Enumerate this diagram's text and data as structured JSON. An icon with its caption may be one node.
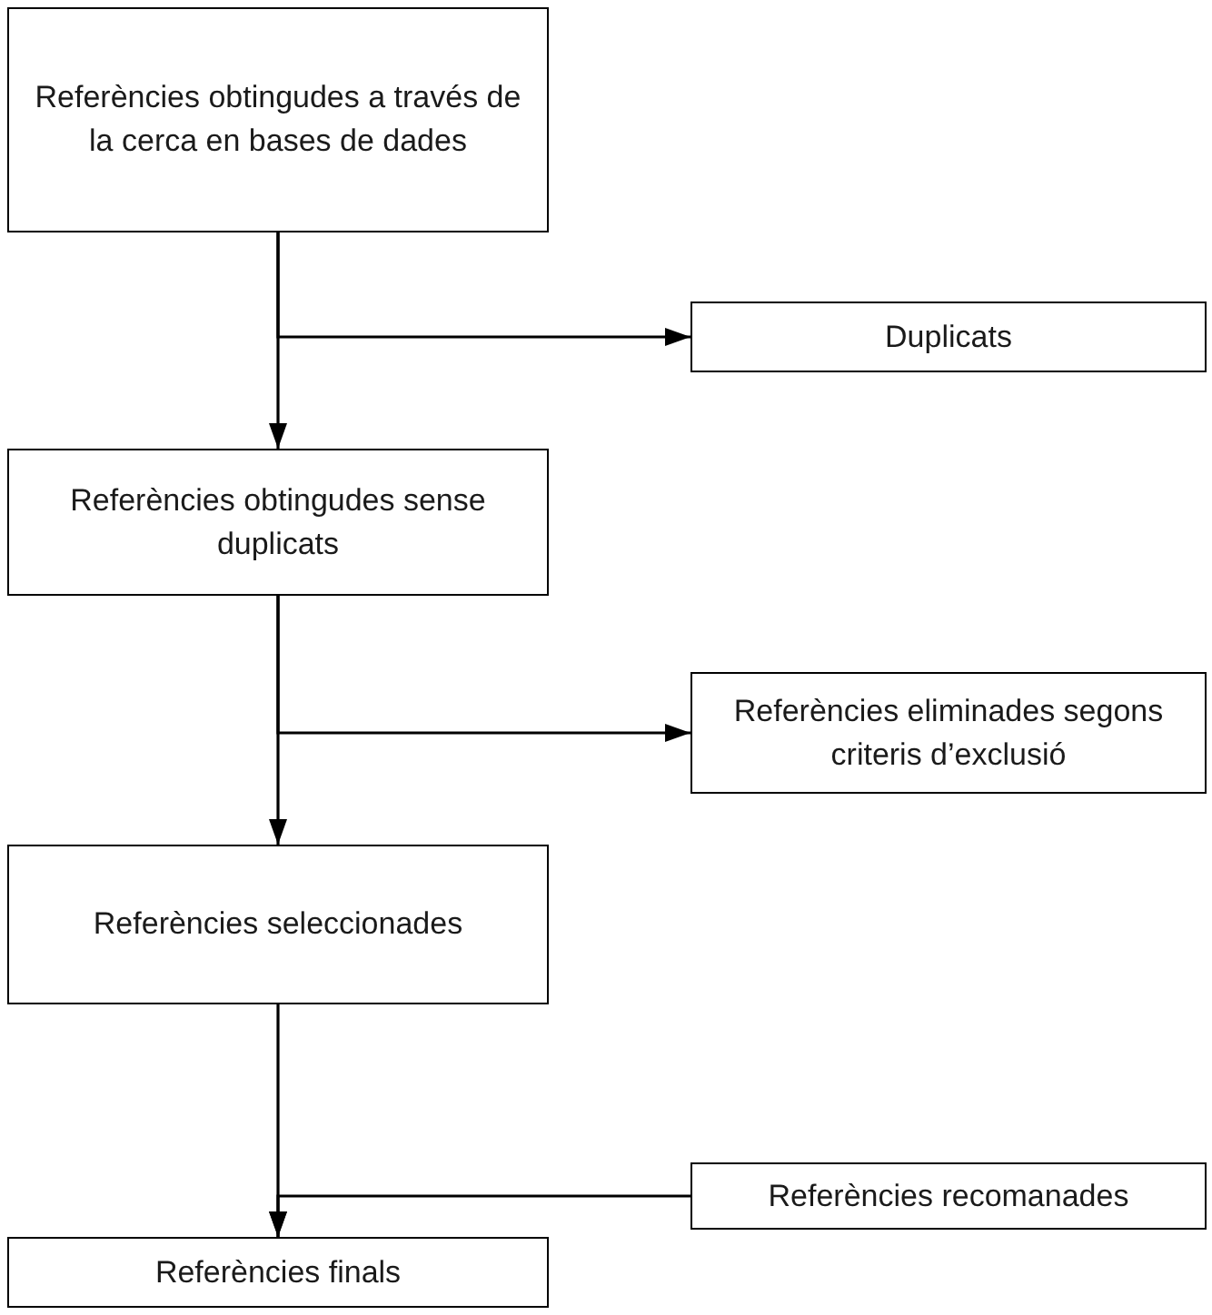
{
  "diagram": {
    "nodes": [
      {
        "text": [
          "Referències obtingudes a través de la cerca en bases de dades"
        ]
      },
      {
        "text": [
          "Duplicats"
        ]
      },
      {
        "text": [
          "Referències obtingudes sense duplicats"
        ]
      },
      {
        "text": [
          "Referències eliminades segons criteris d’exclusió"
        ]
      },
      {
        "text": [
          "Referències seleccionades"
        ]
      },
      {
        "text": [
          "Referències recomanades"
        ]
      },
      {
        "text": [
          "Referències finals"
        ]
      }
    ],
    "edges": [
      {
        "from": 0,
        "to": 2,
        "arrow": "to"
      },
      {
        "from": 0,
        "to": 1,
        "arrow": "to"
      },
      {
        "from": 2,
        "to": 4,
        "arrow": "to"
      },
      {
        "from": 2,
        "to": 3,
        "arrow": "to"
      },
      {
        "from": 4,
        "to": 6,
        "arrow": "to"
      },
      {
        "from": 5,
        "to": 6,
        "arrow": "to"
      }
    ]
  }
}
